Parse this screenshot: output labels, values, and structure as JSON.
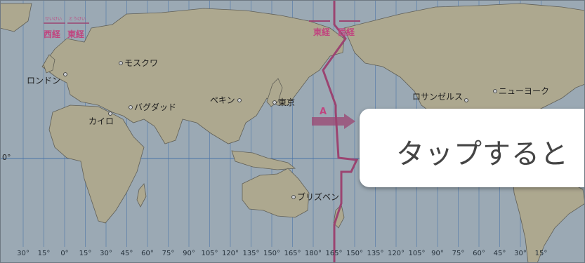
{
  "map": {
    "colors": {
      "ocean": "#bfd0dc",
      "land": "#d8cfa8",
      "gridline": "#4f86c8",
      "boundary": "#c0457f",
      "coast": "#6e6a5a",
      "overlay": "rgba(60,70,80,0.28)"
    },
    "legend": {
      "west_ruby": "せいけい",
      "west_label": "西経",
      "east_ruby": "とうけい",
      "east_label": "東経"
    },
    "dateline_labels": {
      "east": "東経",
      "west": "西経"
    },
    "arrow_label": "A",
    "equator_label": "0°",
    "cities": {
      "moscow": "モスクワ",
      "london": "ロンドン",
      "cairo": "カイロ",
      "baghdad": "バグダッド",
      "beijing": "ペキン",
      "tokyo": "東京",
      "brisbane": "ブリズベン",
      "los_angeles": "ロサンゼルス",
      "new_york": "ニューヨーク"
    },
    "longitude_labels": [
      "30°",
      "15°",
      "0°",
      "15°",
      "30°",
      "45°",
      "60°",
      "75°",
      "90°",
      "105°",
      "120°",
      "135°",
      "150°",
      "165°",
      "180°",
      "165°",
      "150°",
      "135°",
      "120°",
      "105°",
      "90°",
      "75°",
      "60°",
      "45°",
      "30°",
      "15°"
    ]
  },
  "popup": {
    "text": "タップすると"
  }
}
